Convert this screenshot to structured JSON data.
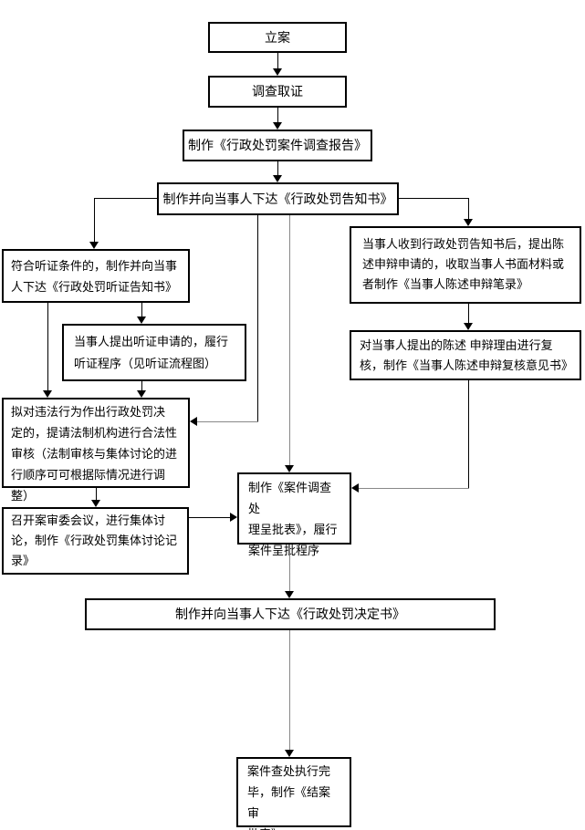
{
  "diagram": {
    "background": "#ffffff",
    "box_border_color": "#000000",
    "text_color": "#000000",
    "line_color": "#000000",
    "line_gray_color": "#888888"
  },
  "nodes": {
    "filing": {
      "text": "立案"
    },
    "investigation": {
      "text": "调查取证"
    },
    "investigation_report": {
      "text": "制作《行政处罚案件调查报告》"
    },
    "penalty_notice": {
      "text": "制作并向当事人下达《行政处罚告知书》"
    },
    "hearing_notice": {
      "text": "符合听证条件的，制作并向当事\n人下达《行政处罚听证告知书》"
    },
    "statement_defense_receive": {
      "text": "当事人收到行政处罚告知书后，提出陈\n述申辩申请的，收取当事人书面材料或\n者制作《当事人陈述申辩笔录》"
    },
    "hearing_procedure": {
      "text": "当事人提出听证申请的，履行\n听证程序（见听证流程图）"
    },
    "statement_defense_review": {
      "text": "对当事人提出的陈述 申辩理由进行复\n核，制作《当事人陈述申辩复核意见书》"
    },
    "legality_review": {
      "text": "拟对违法行为作出行政处罚决\n定的，提请法制机构进行合法性\n审核（法制审核与集体讨论的进\n行顺序可可根据际情况进行调整）"
    },
    "collective_discussion": {
      "text": "召开案审委会议，进行集体讨\n论，制作《行政处罚集体讨论记\n录》"
    },
    "approval_form": {
      "text": "制作《案件调查处\n理呈批表》，履行\n案件呈批程序"
    },
    "penalty_decision": {
      "text": "制作并向当事人下达《行政处罚决定书》"
    },
    "case_closing": {
      "text": "案件查处执行完\n毕，制作《结案审\n批表》"
    }
  }
}
